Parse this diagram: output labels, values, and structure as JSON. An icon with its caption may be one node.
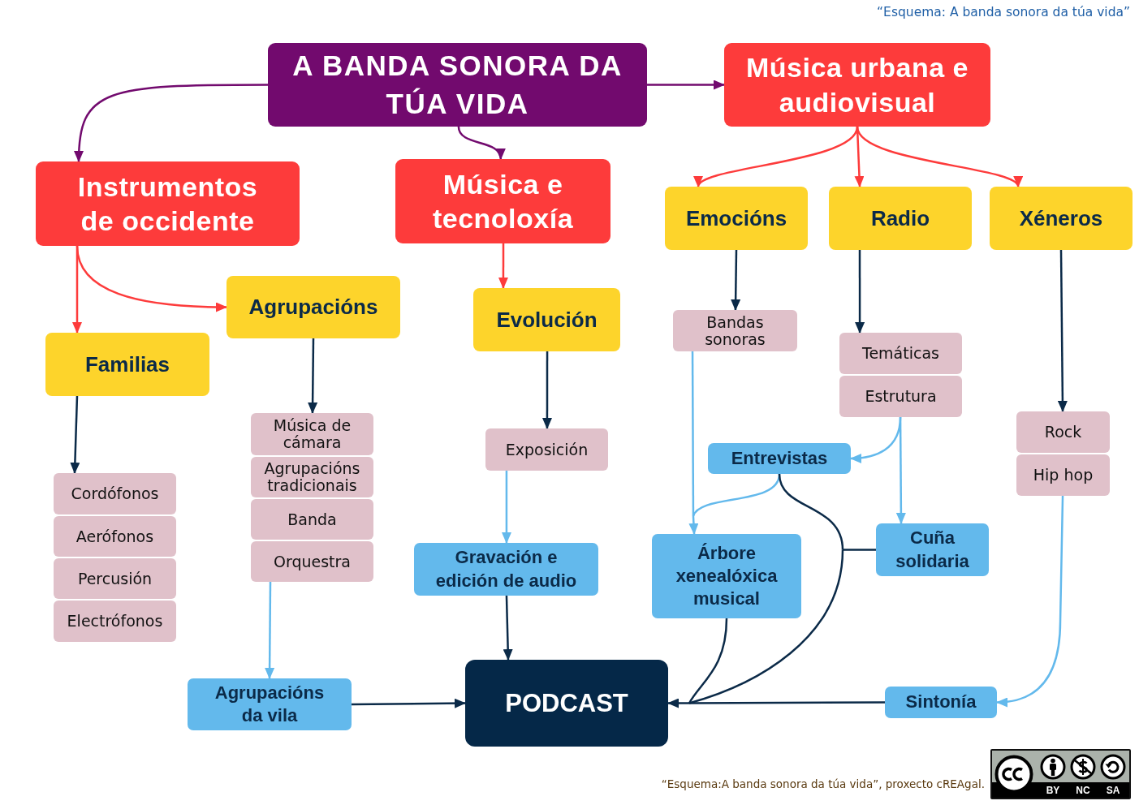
{
  "diagram": {
    "title": "“Esquema: A banda sonora da túa vida”",
    "caption": "“Esquema:A banda sonora da túa vida”, proxecto cREAgal.",
    "nodes": [
      {
        "text": [
          "A BANDA SONORA DA TÚA VIDA"
        ]
      },
      {
        "text": [
          "Instrumentos de occidente"
        ]
      },
      {
        "text": [
          "Música e tecnoloxía"
        ]
      },
      {
        "text": [
          "Música urbana e audiovisual"
        ]
      },
      {
        "text": [
          "Familias"
        ]
      },
      {
        "text": [
          "Agrupacións"
        ]
      },
      {
        "text": [
          "Evolución"
        ]
      },
      {
        "text": [
          "Emocións"
        ]
      },
      {
        "text": [
          "Radio"
        ]
      },
      {
        "text": [
          "Xéneros"
        ]
      },
      {
        "text": [
          "Cordófonos"
        ]
      },
      {
        "text": [
          "Aerófonos"
        ]
      },
      {
        "text": [
          "Percusión"
        ]
      },
      {
        "text": [
          "Electrófonos"
        ]
      },
      {
        "text": [
          "Música de cámara"
        ]
      },
      {
        "text": [
          "Agrupacións tradicionais"
        ]
      },
      {
        "text": [
          "Banda"
        ]
      },
      {
        "text": [
          "Orquestra"
        ]
      },
      {
        "text": [
          "Exposición"
        ]
      },
      {
        "text": [
          "Bandas sonoras"
        ]
      },
      {
        "text": [
          "Temáticas"
        ]
      },
      {
        "text": [
          "Estrutura"
        ]
      },
      {
        "text": [
          "Rock"
        ]
      },
      {
        "text": [
          "Hip hop"
        ]
      },
      {
        "text": [
          "Entrevistas"
        ]
      },
      {
        "text": [
          "Gravación e edición de audio"
        ]
      },
      {
        "text": [
          "Árbore xenealóxica musical"
        ]
      },
      {
        "text": [
          "Cuña solidaria"
        ]
      },
      {
        "text": [
          "Agrupacións da vila"
        ]
      },
      {
        "text": [
          "PODCAST"
        ]
      },
      {
        "text": [
          "Sintonía"
        ]
      }
    ],
    "edges": [
      {
        "from": 0,
        "to": 1,
        "arrow": "to",
        "color": "#720a6e"
      },
      {
        "from": 0,
        "to": 2,
        "arrow": "to",
        "color": "#720a6e"
      },
      {
        "from": 0,
        "to": 3,
        "arrow": "to",
        "color": "#720a6e"
      },
      {
        "from": 1,
        "to": 4,
        "arrow": "to",
        "color": "#fd3b3b"
      },
      {
        "from": 1,
        "to": 5,
        "arrow": "to",
        "color": "#fd3b3b"
      },
      {
        "from": 2,
        "to": 6,
        "arrow": "to",
        "color": "#fd3b3b"
      },
      {
        "from": 3,
        "to": 7,
        "arrow": "to",
        "color": "#fd3b3b"
      },
      {
        "from": 3,
        "to": 8,
        "arrow": "to",
        "color": "#fd3b3b"
      },
      {
        "from": 3,
        "to": 9,
        "arrow": "to",
        "color": "#fd3b3b"
      },
      {
        "from": 4,
        "to": 10,
        "arrow": "to"
      },
      {
        "from": 5,
        "to": 14,
        "arrow": "to"
      },
      {
        "from": 6,
        "to": 18,
        "arrow": "to"
      },
      {
        "from": 7,
        "to": 19,
        "arrow": "to"
      },
      {
        "from": 8,
        "to": 20,
        "arrow": "to"
      },
      {
        "from": 9,
        "to": 22,
        "arrow": "to"
      },
      {
        "from": 19,
        "to": 26,
        "arrow": "to",
        "color": "#63b9ec"
      },
      {
        "from": 21,
        "to": 24,
        "arrow": "to",
        "color": "#63b9ec"
      },
      {
        "from": 21,
        "to": 27,
        "arrow": "to",
        "color": "#63b9ec"
      },
      {
        "from": 18,
        "to": 25,
        "arrow": "to",
        "color": "#63b9ec"
      },
      {
        "from": 17,
        "to": 28,
        "arrow": "to",
        "color": "#63b9ec"
      },
      {
        "from": 24,
        "to": 26,
        "arrow": "to",
        "color": "#63b9ec"
      },
      {
        "from": 23,
        "to": 30,
        "arrow": "to",
        "color": "#63b9ec"
      },
      {
        "from": 24,
        "to": 29,
        "arrow": "to"
      },
      {
        "from": 27,
        "to": 29,
        "arrow": "to"
      },
      {
        "from": 25,
        "to": 29,
        "arrow": "to"
      },
      {
        "from": 28,
        "to": 29,
        "arrow": "to"
      },
      {
        "from": 26,
        "to": 29,
        "arrow": "to"
      },
      {
        "from": 30,
        "to": 29,
        "arrow": "to"
      }
    ],
    "labels": [
      "BY",
      "NC",
      "SA"
    ]
  }
}
